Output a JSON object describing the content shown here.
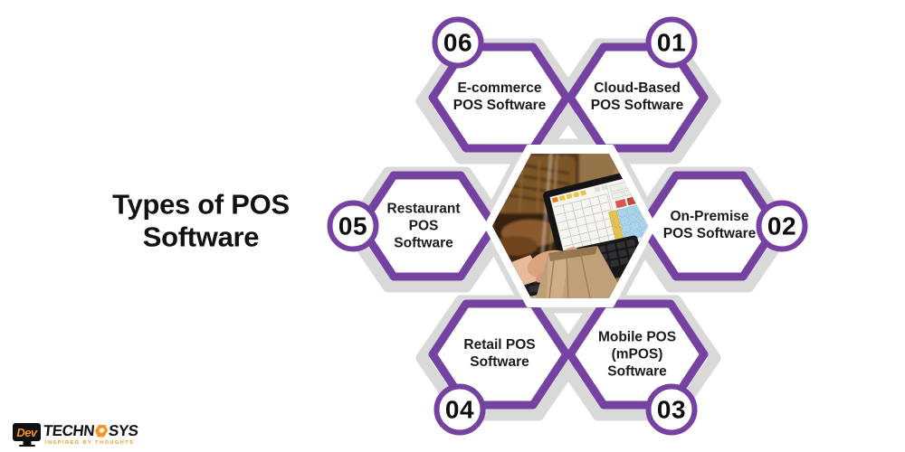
{
  "title": "Types of POS\nSoftware",
  "diagram": {
    "center_image_alt": "Bakery counter with a touchscreen POS terminal, keyboard and cashier hand",
    "items": [
      {
        "number": "01",
        "label": "Cloud-Based\nPOS Software",
        "position": "top-right"
      },
      {
        "number": "02",
        "label": "On-Premise\nPOS Software",
        "position": "right"
      },
      {
        "number": "03",
        "label": "Mobile POS\n(mPOS)\nSoftware",
        "position": "bottom-right"
      },
      {
        "number": "04",
        "label": "Retail POS\nSoftware",
        "position": "bottom-left"
      },
      {
        "number": "05",
        "label": "Restaurant\nPOS\nSoftware",
        "position": "left"
      },
      {
        "number": "06",
        "label": "E-commerce\nPOS Software",
        "position": "top-left"
      }
    ],
    "colors": {
      "accent_purple": "#7542A1",
      "web_gray": "#D9D9D9"
    }
  },
  "logo": {
    "monitor_text": "Dev",
    "name_part1": "TECHN",
    "name_part2": "SYS",
    "icon": "hexagon-gear-icon",
    "tagline": "INSPIRED BY THOUGHTS",
    "accent_orange": "#F7941E"
  }
}
